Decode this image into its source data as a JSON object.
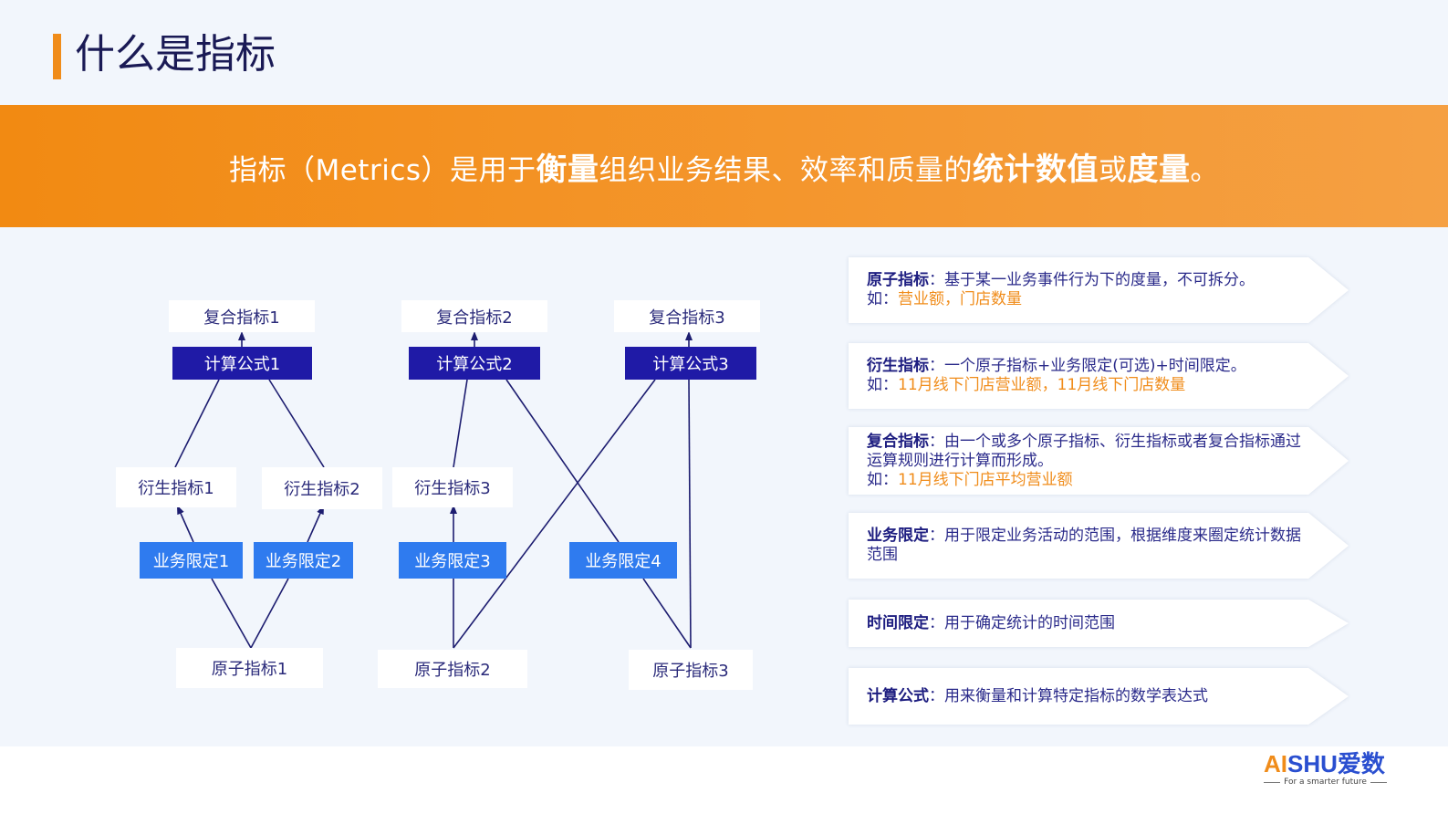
{
  "page": {
    "title": "什么是指标",
    "banner": {
      "part1": "指标（Metrics）是用于",
      "bold1": "衡量",
      "part2": "组织业务结果、效率和质量的",
      "bold2": "统计数值",
      "part3": "或",
      "bold3": "度量",
      "part4": "。"
    }
  },
  "diagram": {
    "composite": [
      "复合指标1",
      "复合指标2",
      "复合指标3"
    ],
    "formulas": [
      "计算公式1",
      "计算公式2",
      "计算公式3"
    ],
    "derived": [
      "衍生指标1",
      "衍生指标2",
      "衍生指标3"
    ],
    "business_limits": [
      "业务限定1",
      "业务限定2",
      "业务限定3",
      "业务限定4"
    ],
    "atomic": [
      "原子指标1",
      "原子指标2",
      "原子指标3"
    ]
  },
  "definitions": [
    {
      "term": "原子指标",
      "desc": "：基于某一业务事件行为下的度量，不可拆分。",
      "eg_prefix": "如：",
      "eg": "营业额，门店数量"
    },
    {
      "term": "衍生指标",
      "desc": "：一个原子指标+业务限定(可选)+时间限定。",
      "eg_prefix": "如：",
      "eg": "11月线下门店营业额，11月线下门店数量"
    },
    {
      "term": "复合指标",
      "desc": "：由一个或多个原子指标、衍生指标或者复合指标通过运算规则进行计算而形成。",
      "eg_prefix": "如：",
      "eg": "11月线下门店平均营业额"
    },
    {
      "term": "业务限定",
      "desc": "：用于限定业务活动的范围，根据维度来圈定统计数据范围"
    },
    {
      "term": "时间限定",
      "desc": "：用于确定统计的时间范围"
    },
    {
      "term": "计算公式",
      "desc": "：用来衡量和计算特定指标的数学表达式"
    }
  ],
  "logo": {
    "ai": "AI",
    "shu": "SHU",
    "cn": "爱数",
    "tagline": "For a smarter future"
  },
  "colors": {
    "accent_orange": "#f08c1a",
    "navy": "#1f1aa6",
    "blue": "#2f7bef",
    "text_navy": "#2a2a7a"
  }
}
